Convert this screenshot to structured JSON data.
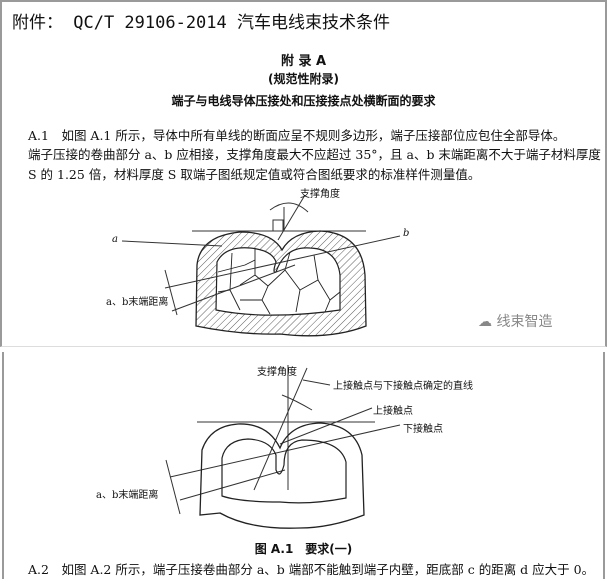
{
  "header": {
    "title": "附件： QC/T 29106-2014 汽车电线束技术条件"
  },
  "appendix": {
    "label": "附 录 A",
    "subtitle": "(规范性附录)",
    "heading": "端子与电线导体压接处和压接接点处横断面的要求"
  },
  "section_a1": {
    "lines": [
      "A.1　如图 A.1 所示，导体中所有单线的断面应呈不规则多边形，端子压接部位应包住全部导体。",
      "端子压接的卷曲部分 a、b 应相接，支撑角度最大不应超过 35°，且 a、b 末端距离不大于端子材料厚度",
      "S 的 1.25 倍，材料厚度 S 取端子图纸规定值或符合图纸要求的标准样件测量值。"
    ]
  },
  "figure1_top": {
    "support_angle": "支撑角度",
    "label_a": "a",
    "label_b": "b",
    "end_distance": "a、b末端距离"
  },
  "watermark": {
    "icon": "wechat-icon",
    "text": "线束智造"
  },
  "figure1_bottom": {
    "support_angle": "支撑角度",
    "line_label": "上接触点与下接触点确定的直线",
    "upper_contact": "上接触点",
    "lower_contact": "下接触点",
    "end_distance": "a、b末端距离"
  },
  "caption": "图 A.1　要求(一)",
  "section_a2": {
    "text": "A.2　如图 A.2 所示，端子压接卷曲部分 a、b 端部不能触到端子内壁，距底部 c 的距离 d 应大于 0。"
  }
}
